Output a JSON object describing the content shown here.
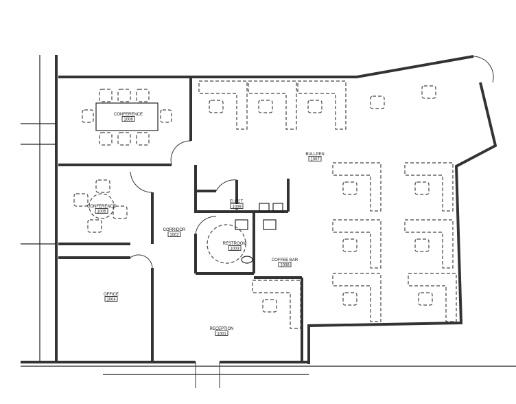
{
  "rooms": [
    {
      "name": "CONFERENCE",
      "number": "1006"
    },
    {
      "name": "CONFERENCE",
      "number": "1005"
    },
    {
      "name": "CORRIDOR",
      "number": "1002"
    },
    {
      "name": "OFFICE",
      "number": "1004"
    },
    {
      "name": "RECEPTION",
      "number": "1001"
    },
    {
      "name": "ELECT.",
      "number": "1009"
    },
    {
      "name": "RESTROOM",
      "number": "1003"
    },
    {
      "name": "COFFEE BAR",
      "number": "1008"
    },
    {
      "name": "BULLPEN",
      "number": "1007"
    }
  ]
}
